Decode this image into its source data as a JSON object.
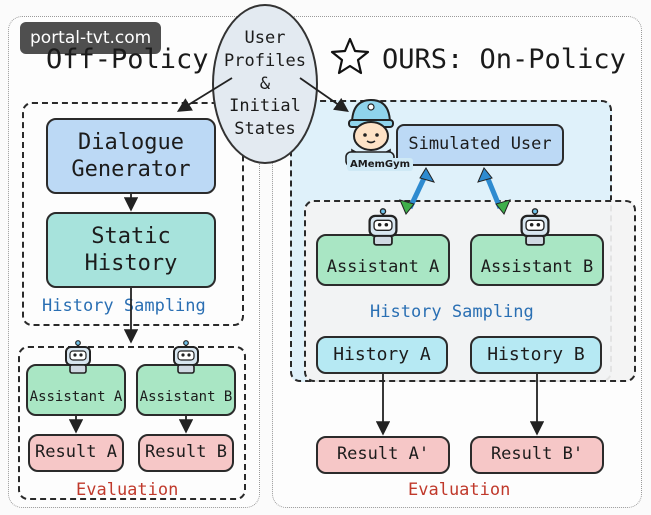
{
  "watermark": "portal-tvt.com",
  "left": {
    "title": "Off-Policy",
    "dialogue_generator": "Dialogue Generator",
    "static_history": "Static History",
    "history_sampling": "History Sampling",
    "assistant_a": "Assistant A",
    "assistant_b": "Assistant B",
    "result_a": "Result A",
    "result_b": "Result B",
    "evaluation": "Evaluation"
  },
  "center": {
    "profiles": [
      "User",
      "Profiles",
      "&",
      "Initial",
      "States"
    ]
  },
  "right": {
    "title": "OURS: On-Policy",
    "simulated_user": "Simulated User",
    "user_badge": "AMemGym",
    "assistant_a": "Assistant A",
    "assistant_b": "Assistant B",
    "history_sampling": "History Sampling",
    "history_a": "History A",
    "history_b": "History B",
    "result_a": "Result A'",
    "result_b": "Result B'",
    "evaluation": "Evaluation"
  }
}
